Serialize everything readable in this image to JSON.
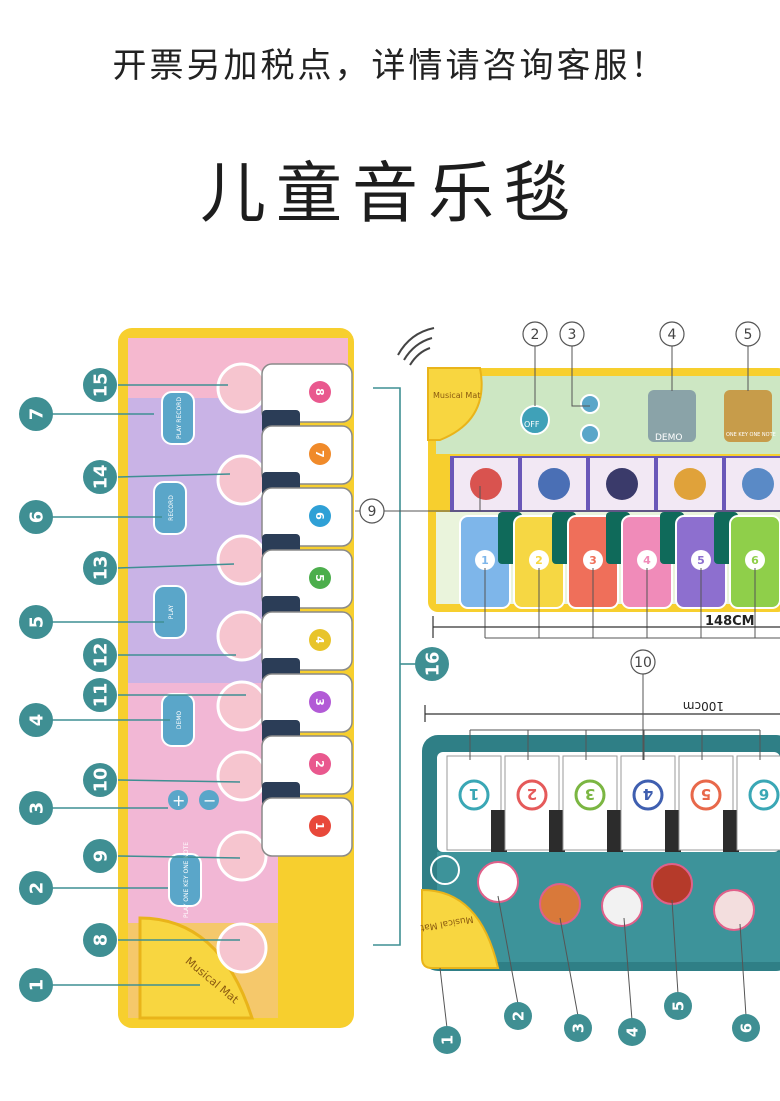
{
  "header": {
    "notice": "开票另加税点，详情请咨询客服！",
    "title": "儿童音乐毯"
  },
  "colors": {
    "callout": "#3f8f93",
    "mat_pink": "#f5b8cf",
    "mat_yellow": "#f7cf2e",
    "mat_blue": "#2f7f86"
  },
  "mat1": {
    "left_callouts": [
      "7",
      "6",
      "5",
      "4",
      "3",
      "2",
      "1"
    ],
    "mid_callouts": [
      "15",
      "14",
      "13",
      "12",
      "11",
      "10",
      "9",
      "8"
    ],
    "bracket_callout": "16",
    "key_numbers": [
      "8",
      "7",
      "6",
      "5",
      "4",
      "3",
      "2",
      "1"
    ],
    "button_labels": [
      "PLAY RECORD",
      "RECORD",
      "PLAY",
      "DEMO",
      "PLAY ONE KEY ONE NOTE"
    ],
    "plus_minus": [
      "+",
      "−"
    ],
    "corner_text": "Musical Mat"
  },
  "mat2": {
    "top_callouts": [
      "2",
      "3",
      "4",
      "5"
    ],
    "mid_callout": "9",
    "off_label": "OFF",
    "demo_label": "DEMO",
    "one_key_label": "ONE KEY ONE NOTE",
    "corner_text": "Musical Mat",
    "key_numbers": [
      "1",
      "2",
      "3",
      "4",
      "5",
      "6"
    ],
    "key_colors": [
      "#7eb6ea",
      "#f6d743",
      "#ef6f5a",
      "#f08bb9",
      "#8d6fcf",
      "#8fcf4a"
    ],
    "dimension": "148CM"
  },
  "mat3": {
    "top_callout": "10",
    "dimension": "100cm",
    "key_numbers": [
      "1",
      "2",
      "3",
      "4",
      "5",
      "6"
    ],
    "key_colors": [
      "#3aa7b5",
      "#e55a5a",
      "#7bb642",
      "#3f5fb0",
      "#e8684a",
      "#3aa7b5"
    ],
    "bottom_callouts": [
      "1",
      "2",
      "3",
      "4",
      "5",
      "6"
    ],
    "corner_text": "Musical Mat"
  }
}
